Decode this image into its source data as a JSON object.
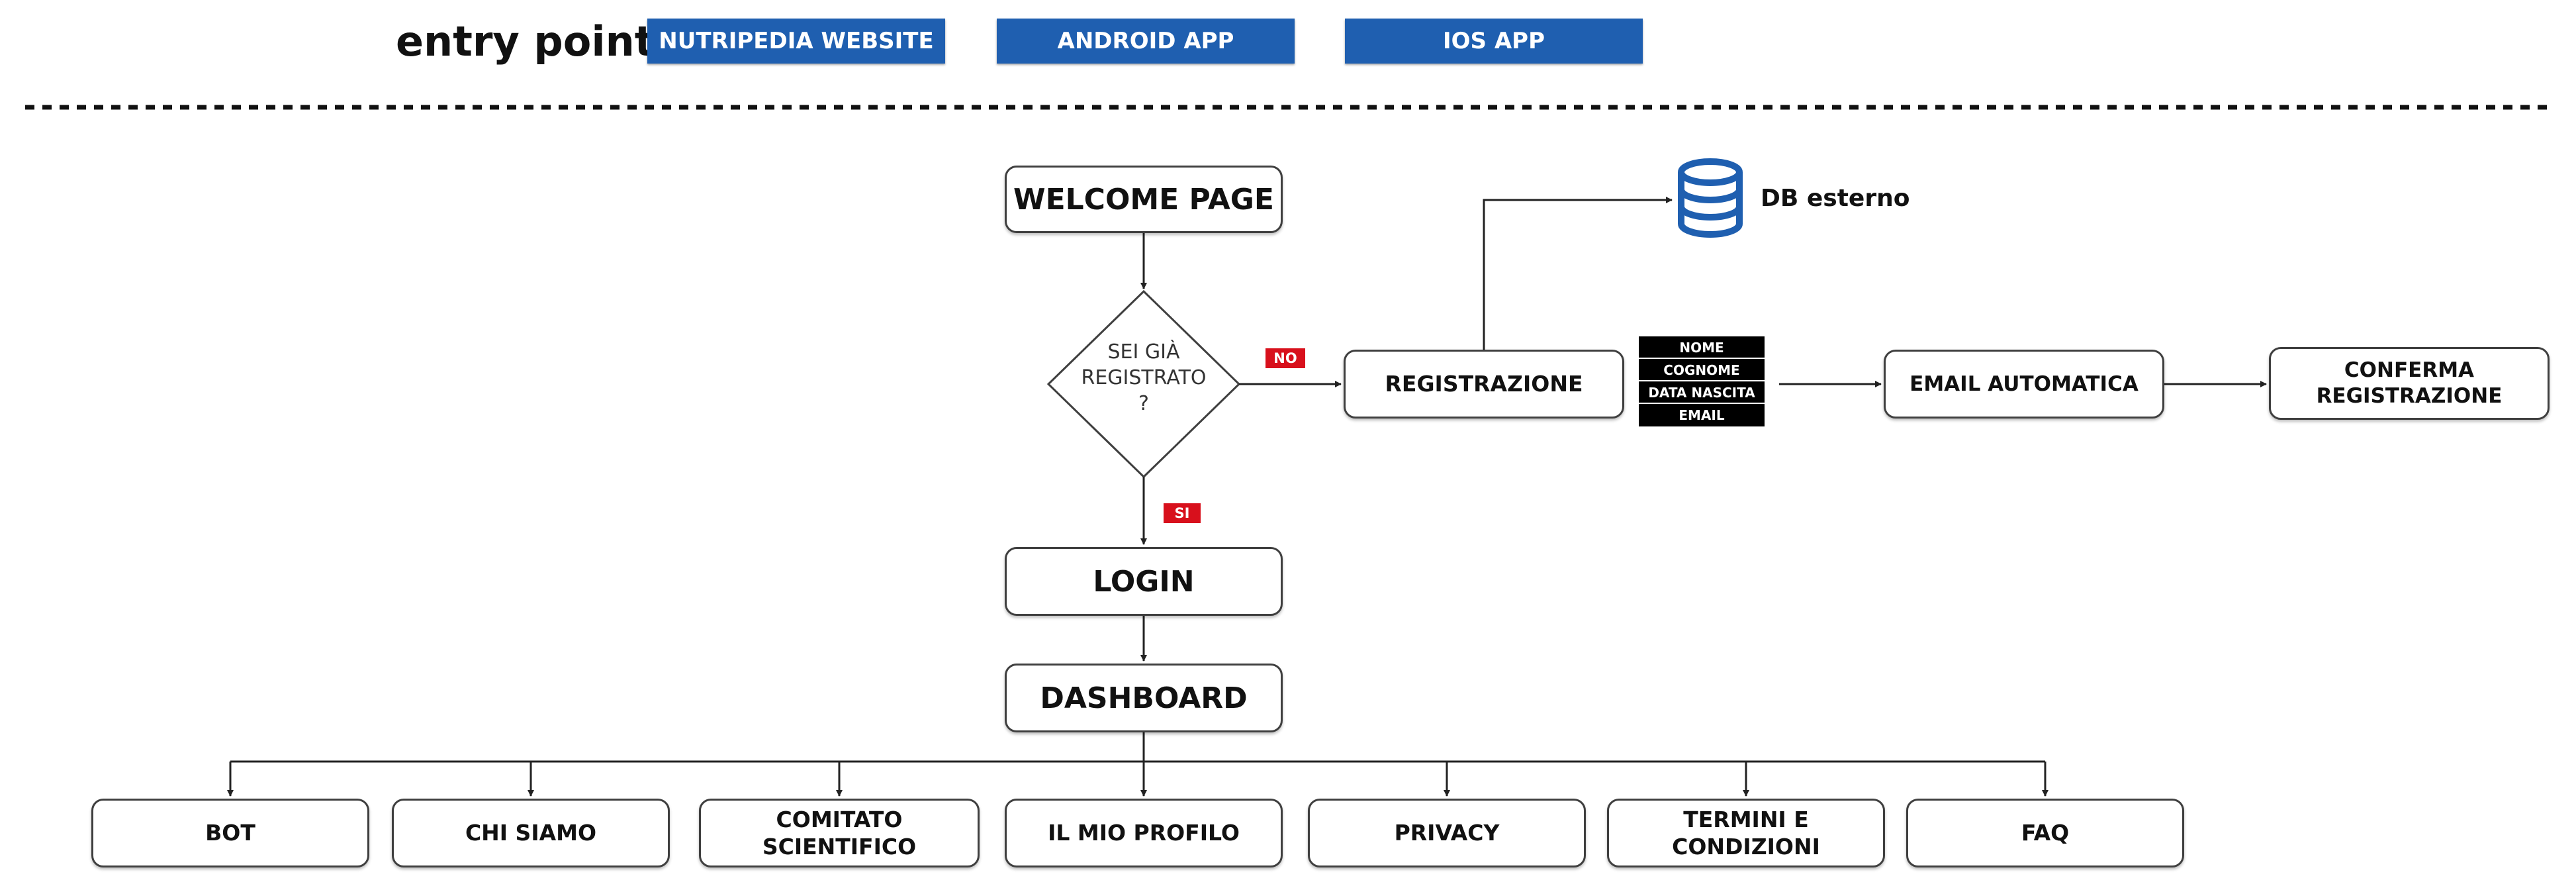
{
  "header": {
    "entry_label": "entry point",
    "entry_points": [
      {
        "label": "NUTRIPEDIA WEBSITE"
      },
      {
        "label": "ANDROID APP"
      },
      {
        "label": "IOS APP"
      }
    ]
  },
  "flow": {
    "welcome": "WELCOME PAGE",
    "decision": [
      "SEI GIÀ",
      "REGISTRATO",
      "?"
    ],
    "no_tag": "NO",
    "yes_tag": "SI",
    "registration": "REGISTRAZIONE",
    "fields": [
      "NOME",
      "COGNOME",
      "DATA NASCITA",
      "EMAIL"
    ],
    "db_label": "DB esterno",
    "email": "EMAIL AUTOMATICA",
    "confirm": [
      "CONFERMA",
      "REGISTRAZIONE"
    ],
    "login": "LOGIN",
    "dashboard": "DASHBOARD"
  },
  "sections": [
    {
      "lines": [
        "BOT"
      ]
    },
    {
      "lines": [
        "CHI SIAMO"
      ]
    },
    {
      "lines": [
        "COMITATO",
        "SCIENTIFICO"
      ]
    },
    {
      "lines": [
        "IL MIO PROFILO"
      ]
    },
    {
      "lines": [
        "PRIVACY"
      ]
    },
    {
      "lines": [
        "TERMINI E CONDIZIONI"
      ]
    },
    {
      "lines": [
        "FAQ"
      ]
    }
  ],
  "colors": {
    "entry_button": "#1f5fb0",
    "tag": "#d8101c",
    "database_icon": "#1f5fb0",
    "stroke": "#3f3f3f"
  }
}
